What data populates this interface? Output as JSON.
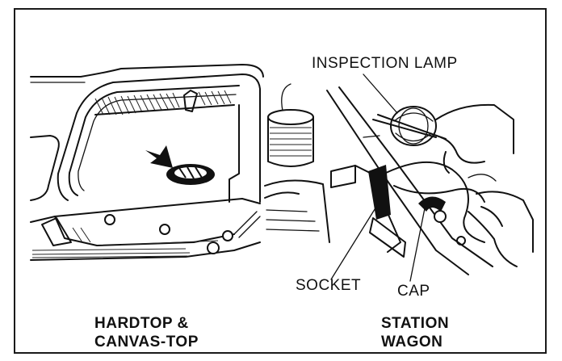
{
  "labels": {
    "inspection_lamp": "INSPECTION LAMP",
    "socket": "SOCKET",
    "cap": "CAP",
    "hardtop_line1": "HARDTOP &",
    "hardtop_line2": "CANVAS-TOP",
    "wagon_line1": "STATION",
    "wagon_line2": "WAGON"
  },
  "colors": {
    "ink": "#111111",
    "paper": "#ffffff"
  }
}
